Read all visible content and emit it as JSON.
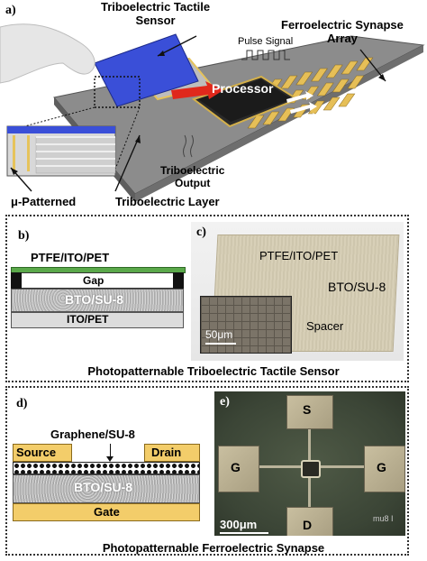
{
  "panel_a": {
    "letter": "a)",
    "tactile_sensor_label": "Triboelectric Tactile\nSensor",
    "synapse_array_label": "Ferroelectric Synapse\nArray",
    "pulse_label": "Pulse Signal",
    "processor_label": "Processor",
    "tribo_output_label": "Triboelectric\nOutput",
    "patterned_label": "μ-Patterned",
    "tribo_layer_label": "Triboelectric Layer"
  },
  "panel_b": {
    "letter": "b)",
    "top_layer": "PTFE/ITO/PET",
    "gap": "Gap",
    "middle_layer": "BTO/SU-8",
    "bottom_layer": "ITO/PET"
  },
  "panel_c": {
    "letter": "c)",
    "top_label": "PTFE/ITO/PET",
    "bto_label": "BTO/SU-8",
    "spacer_label": "Spacer",
    "scale": "50μm"
  },
  "caption_top": "Photopatternable Triboelectric Tactile Sensor",
  "panel_d": {
    "letter": "d)",
    "graphene": "Graphene/SU-8",
    "source": "Source",
    "drain": "Drain",
    "bto": "BTO/SU-8",
    "gate": "Gate"
  },
  "panel_e": {
    "letter": "e)",
    "s": "S",
    "g_left": "G",
    "g_right": "G",
    "d": "D",
    "scale": "300μm",
    "corner_text": "mu8 I"
  },
  "caption_bottom": "Photopatternable Ferroelectric Synapse",
  "colors": {
    "sensor_blue": "#3a4fd8",
    "gold": "#e8c05a",
    "board": "#8a8a8a",
    "arrow_red": "#e0281c",
    "green_layer": "#5aa84a",
    "micrograph_bg": "#3f4a3a"
  }
}
